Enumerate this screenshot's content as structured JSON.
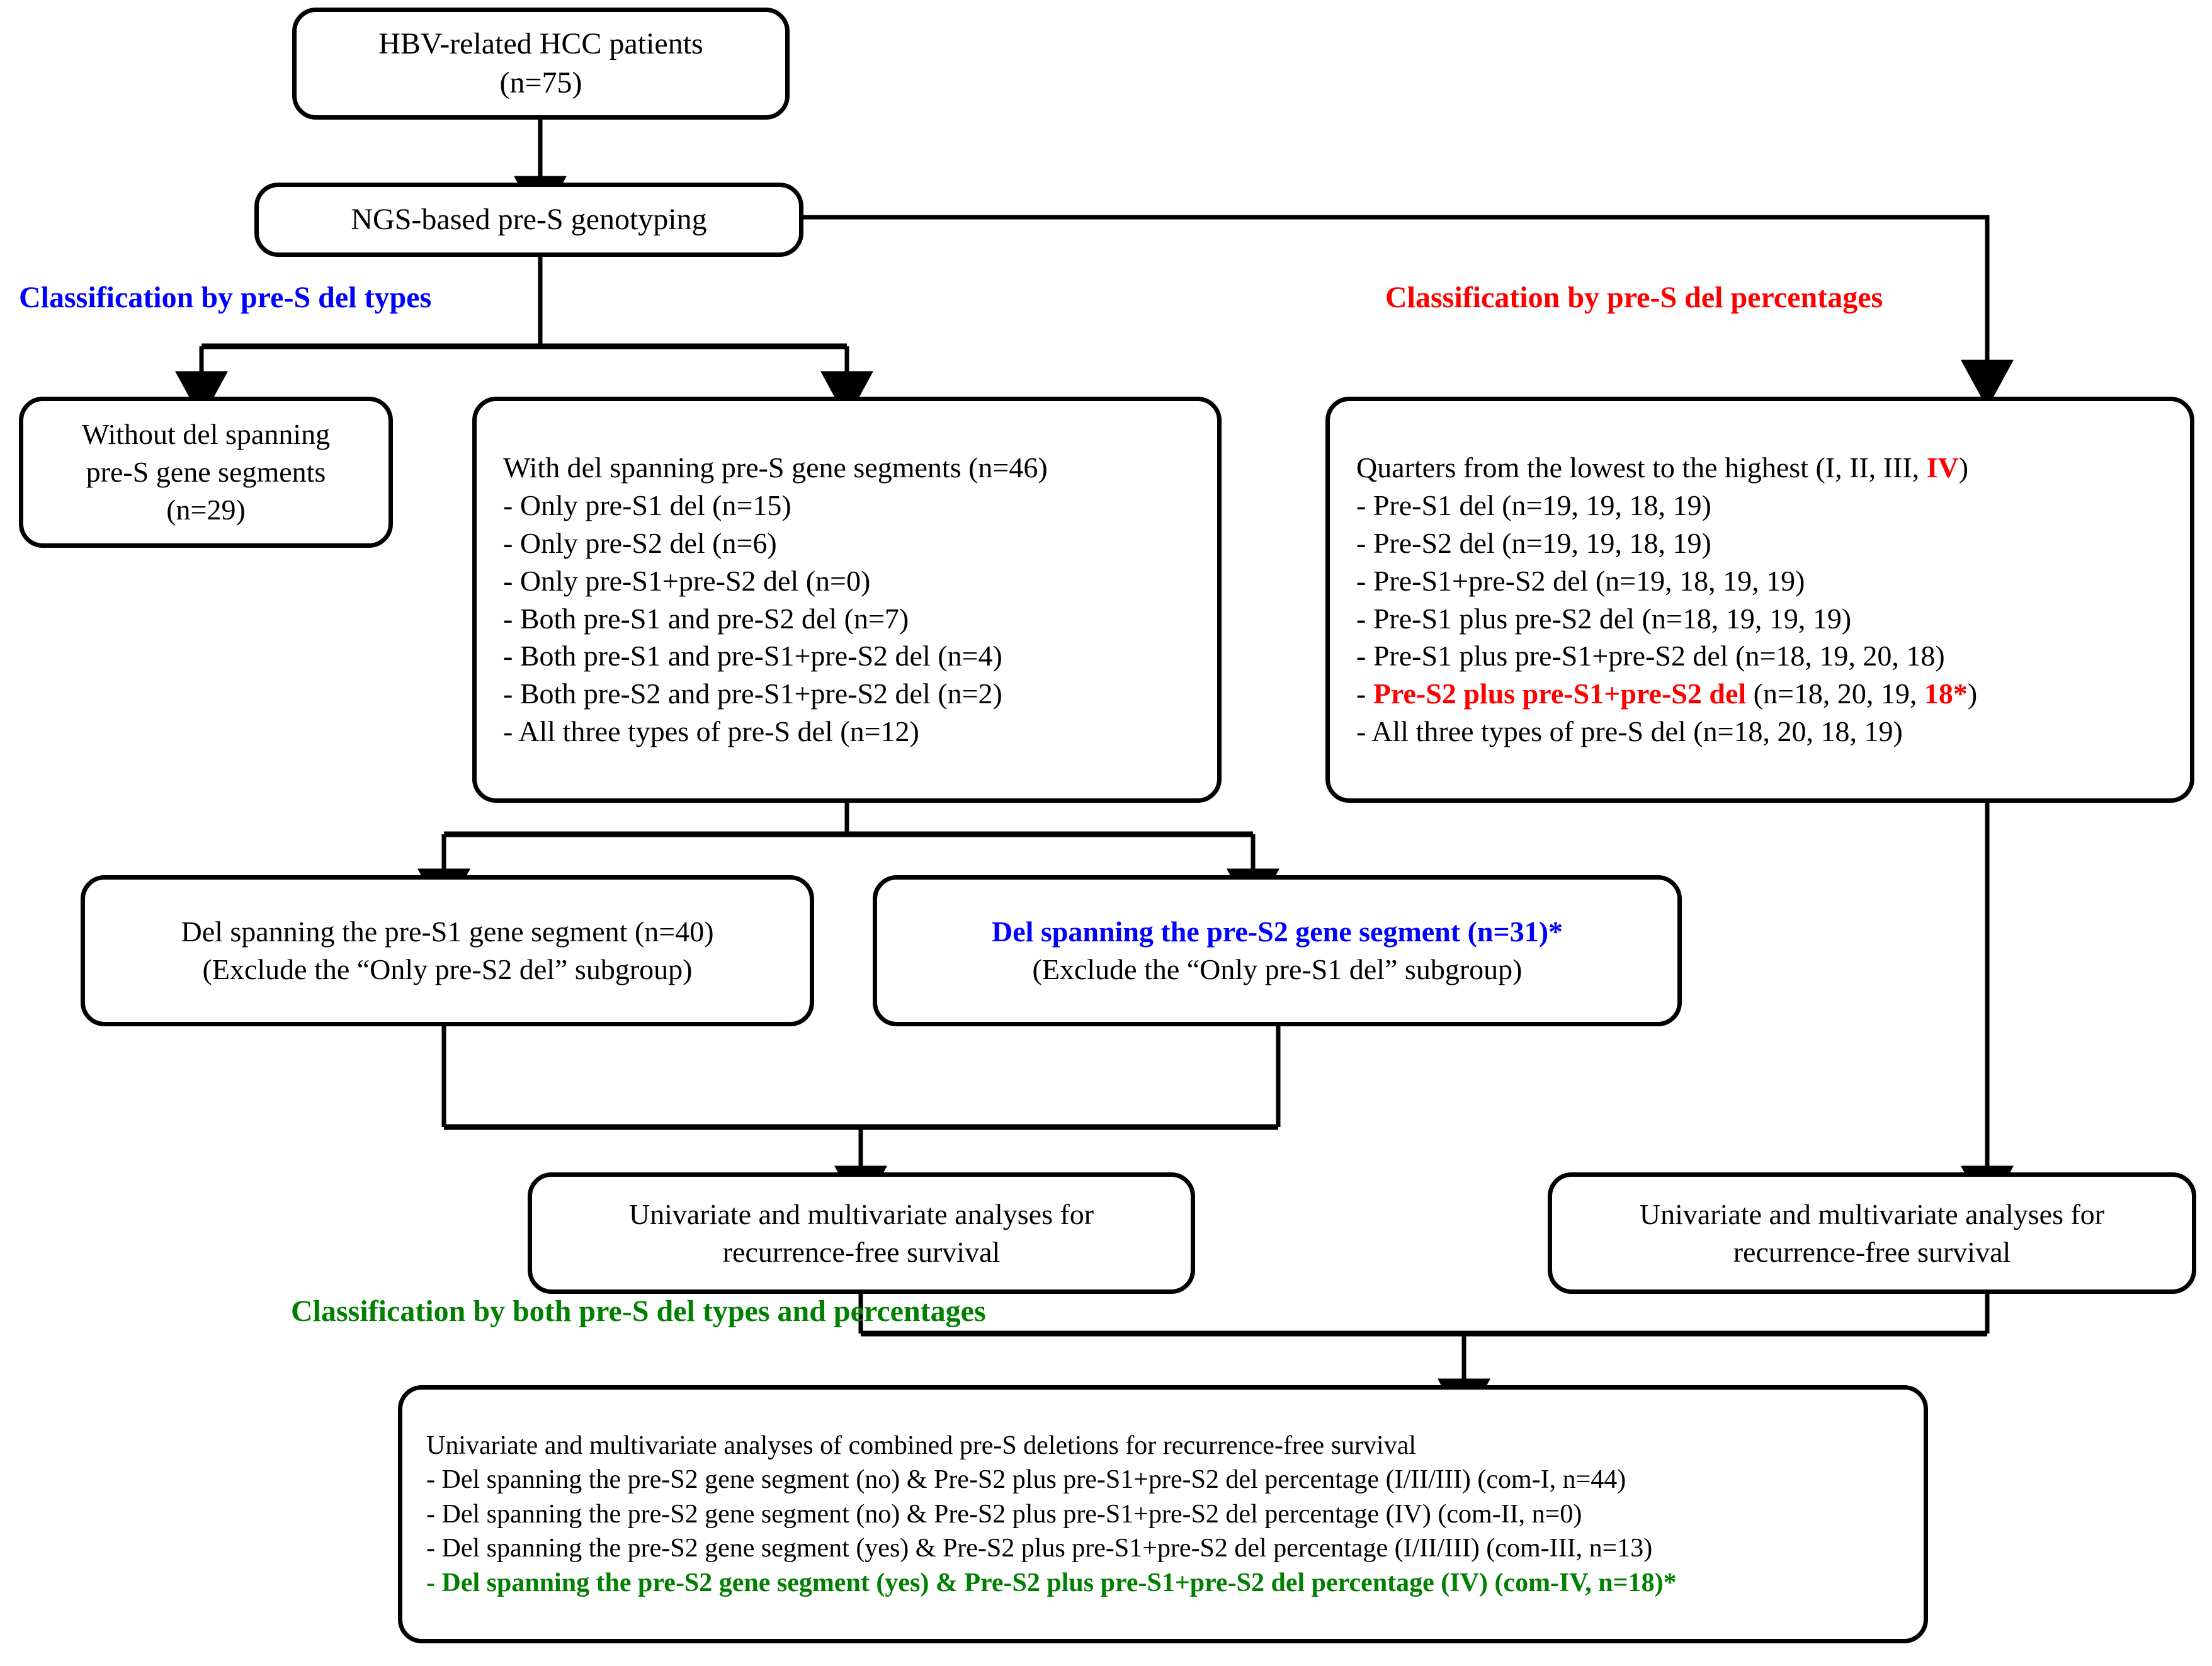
{
  "colors": {
    "blue": "#0000FF",
    "red": "#FF0000",
    "green": "#008000",
    "black": "#000000"
  },
  "nodes": {
    "patients": {
      "line1": "HBV-related HCC patients",
      "line2": "(n=75)"
    },
    "genotyping": {
      "label": "NGS-based pre-S genotyping"
    },
    "without_del": {
      "line1": "Without del spanning",
      "line2": "pre-S gene segments",
      "line3": "(n=29)"
    },
    "with_del": {
      "header": "With del spanning pre-S gene segments (n=46)",
      "items": [
        "- Only pre-S1 del (n=15)",
        "- Only pre-S2 del (n=6)",
        "- Only pre-S1+pre-S2 del (n=0)",
        "- Both pre-S1 and pre-S2 del (n=7)",
        "- Both pre-S1 and pre-S1+pre-S2 del (n=4)",
        "- Both pre-S2 and pre-S1+pre-S2 del (n=2)",
        "- All three types of pre-S del (n=12)"
      ]
    },
    "quarters": {
      "header_prefix": "Quarters from the lowest to the highest (I, II, III, ",
      "header_highlight": "IV",
      "header_suffix": ")",
      "items": [
        "- Pre-S1 del (n=19, 19, 18, 19)",
        "- Pre-S2 del (n=19, 19, 18, 19)",
        "- Pre-S1+pre-S2 del (n=19, 18, 19, 19)",
        "- Pre-S1 plus pre-S2 del (n=18, 19, 19, 19)",
        "- Pre-S1 plus pre-S1+pre-S2 del (n=18, 19, 20, 18)"
      ],
      "highlight_item": {
        "dash": "- ",
        "red_part": "Pre-S2 plus pre-S1+pre-S2 del",
        "mid_part": " (n=18, 20, 19, ",
        "red_tail": "18*",
        "end_part": ")"
      },
      "last_item": "- All three types of pre-S del (n=18, 20, 18, 19)"
    },
    "del_s1": {
      "line1": "Del spanning the pre-S1 gene segment (n=40)",
      "line2": "(Exclude the “Only pre-S2 del” subgroup)"
    },
    "del_s2": {
      "line1": "Del spanning the pre-S2 gene segment (n=31)*",
      "line2": "(Exclude the “Only pre-S1 del” subgroup)"
    },
    "analysis_left": {
      "line1": "Univariate and multivariate analyses for",
      "line2": "recurrence-free survival"
    },
    "analysis_right": {
      "line1": "Univariate and multivariate analyses for",
      "line2": "recurrence-free survival"
    },
    "combined": {
      "header": "Univariate and multivariate analyses of combined pre-S deletions for recurrence-free survival",
      "items": [
        "- Del spanning the pre-S2 gene segment (no) & Pre-S2 plus pre-S1+pre-S2 del percentage (I/II/III) (com-I, n=44)",
        "- Del spanning the pre-S2 gene segment (no) & Pre-S2 plus pre-S1+pre-S2 del percentage (IV) (com-II, n=0)",
        "- Del spanning the pre-S2 gene segment (yes) & Pre-S2 plus pre-S1+pre-S2 del percentage (I/II/III) (com-III, n=13)"
      ],
      "highlight_item": "- Del spanning the pre-S2 gene segment (yes) & Pre-S2 plus pre-S1+pre-S2 del percentage (IV) (com-IV, n=18)*"
    }
  },
  "labels": {
    "by_types": "Classification by pre-S del types",
    "by_percentages": "Classification by pre-S del percentages",
    "by_both": "Classification by both pre-S del types and percentages"
  }
}
